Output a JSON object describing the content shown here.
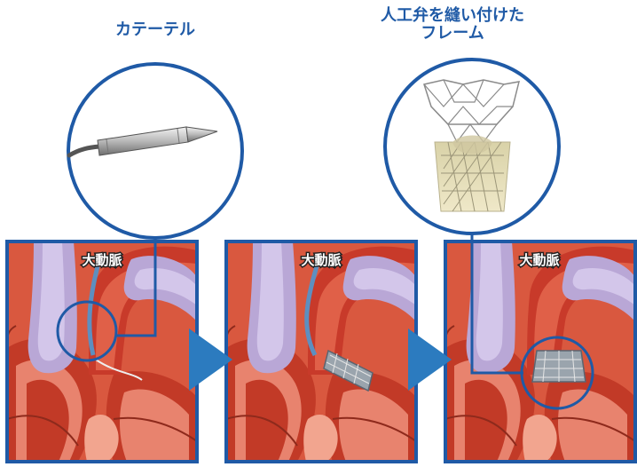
{
  "titles": {
    "catheter": "カテーテル",
    "valve_frame": "人工弁を縫い付けた\nフレーム"
  },
  "panels": [
    {
      "label": "大動脈"
    },
    {
      "label": "大動脈"
    },
    {
      "label": "大動脈"
    }
  ],
  "colors": {
    "frame_blue": "#1f5aa6",
    "arrow_blue": "#2c7bbf",
    "aorta_purple": "#b9a7d6",
    "heart_red": "#c83a2a",
    "heart_light": "#e8836e"
  }
}
